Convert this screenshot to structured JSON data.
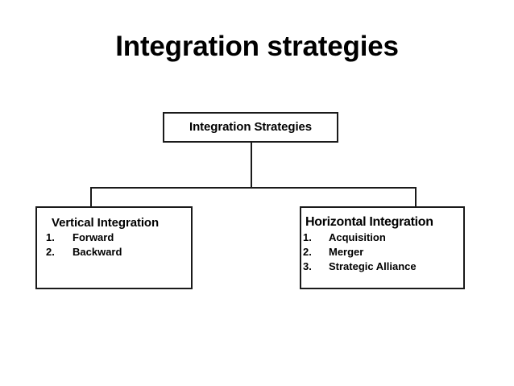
{
  "slide": {
    "title": "Integration strategies",
    "background_color": "#ffffff",
    "ink_color": "#1a1a1a"
  },
  "diagram": {
    "type": "org-chart",
    "root": {
      "title": "Integration Strategies"
    },
    "children": [
      {
        "title": "Vertical Integration",
        "items": [
          {
            "number": "1.",
            "text": "Forward"
          },
          {
            "number": "2.",
            "text": "Backward"
          }
        ]
      },
      {
        "title": "Horizontal Integration",
        "items": [
          {
            "number": "1.",
            "text": "Acquisition"
          },
          {
            "number": "2.",
            "text": "Merger"
          },
          {
            "number": "3.",
            "text": "Strategic Alliance"
          }
        ]
      }
    ]
  }
}
